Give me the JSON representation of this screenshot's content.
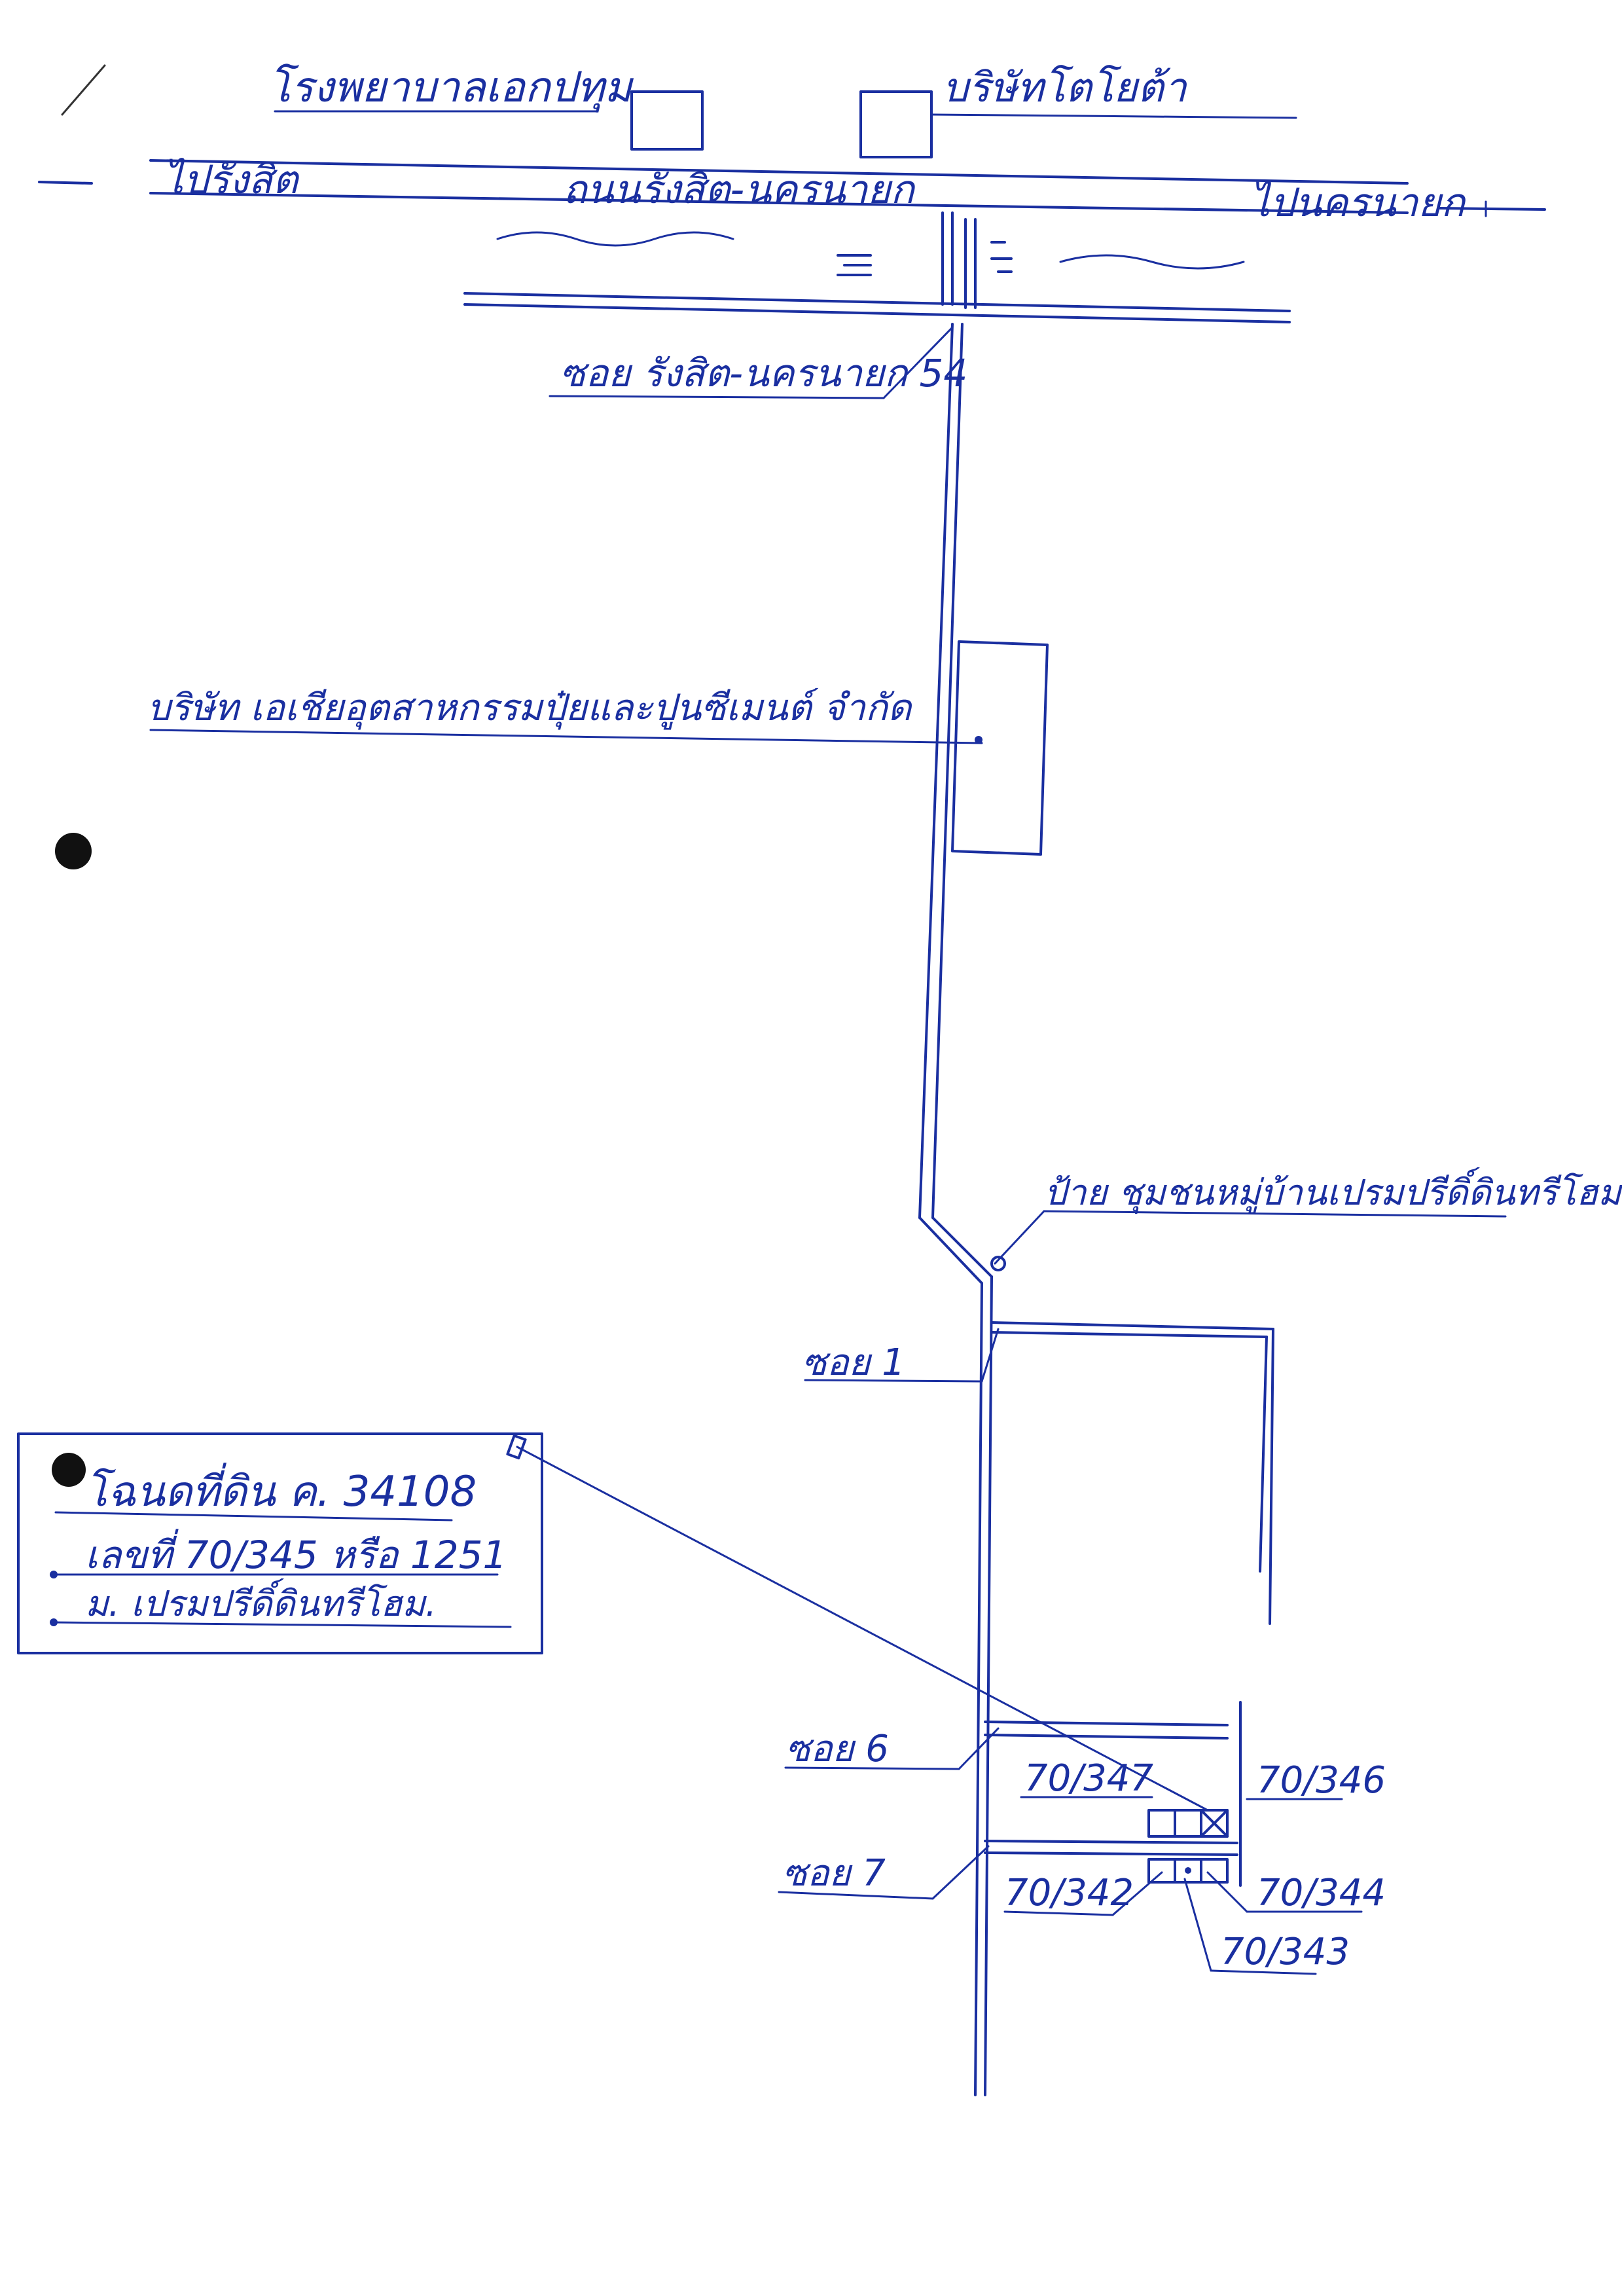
{
  "map": {
    "top_left_label": "โรงพยาบาลเอกปทุม",
    "top_right_label": "บริษัทโตโยต้า",
    "to_left_label": "ไปรังสิต",
    "to_right_label": "ไปนครนายก",
    "main_road_label": "ถนนรังสิต-นครนายก",
    "soi_label": "ซอย รังสิต-นครนายก 54",
    "company_label": "บริษัท เอเชียอุตสาหกรรมปุ๋ยและปูนซีเมนต์ จำกัด",
    "sign_label": "ป้าย ชุมชนหมู่บ้านเปรมปรีดิ์ดินทรีโฮม",
    "soi1_label": "ซอย 1",
    "soi6_label": "ซอย 6",
    "soi7_label": "ซอย 7",
    "house_347": "70/347",
    "house_346": "70/346",
    "house_342": "70/342",
    "house_344": "70/344",
    "house_343": "70/343"
  },
  "info_box": {
    "line1": "โฉนดที่ดิน ค. 34108",
    "line2": "เลขที่ 70/345 หรือ 1251",
    "line3": "ม. เปรมปรีดิ์ดินทรีโฮม."
  },
  "colors": {
    "ink": "#1a2fa0"
  }
}
